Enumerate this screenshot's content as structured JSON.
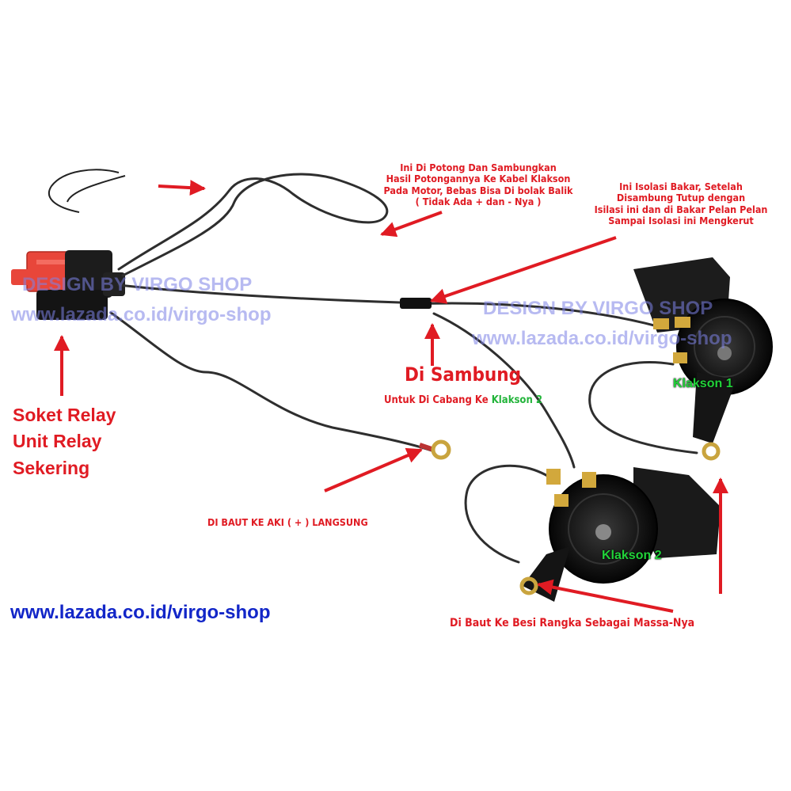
{
  "watermark": {
    "line1": "DESIGN BY VIRGO SHOP",
    "line2": "www.lazada.co.id/virgo-shop"
  },
  "labels": {
    "cut_note": "Ini Di Potong Dan Sambungkan\nHasil Potongannya Ke Kabel Klakson\nPada Motor, Bebas Bisa Di bolak Balik\n( Tidak Ada + dan - Nya )",
    "isolation_note": "Ini Isolasi Bakar, Setelah\nDisambung Tutup dengan\nIsilasi ini dan di Bakar Pelan Pelan\nSampai Isolasi ini Mengkerut",
    "relay_note": "Soket Relay\nUnit Relay\nSekering",
    "connect_title": "Di Sambung",
    "connect_sub": "Untuk Di Cabang Ke ",
    "connect_target": "Klakson 2",
    "battery_note": "DI BAUT KE AKI ( + ) LANGSUNG",
    "horn1": "Klakson 1",
    "horn2": "Klakson 2",
    "ground_note": "Di Baut Ke Besi Rangka Sebagai Massa-Nya",
    "shop_url": "www.lazada.co.id/virgo-shop"
  },
  "colors": {
    "annotation_red": "#e01b23",
    "url_blue": "#1226c8",
    "horn_label_green": "#22d33a",
    "watermark_blue": "#7d82e6",
    "relay_red": "#e8463a"
  }
}
